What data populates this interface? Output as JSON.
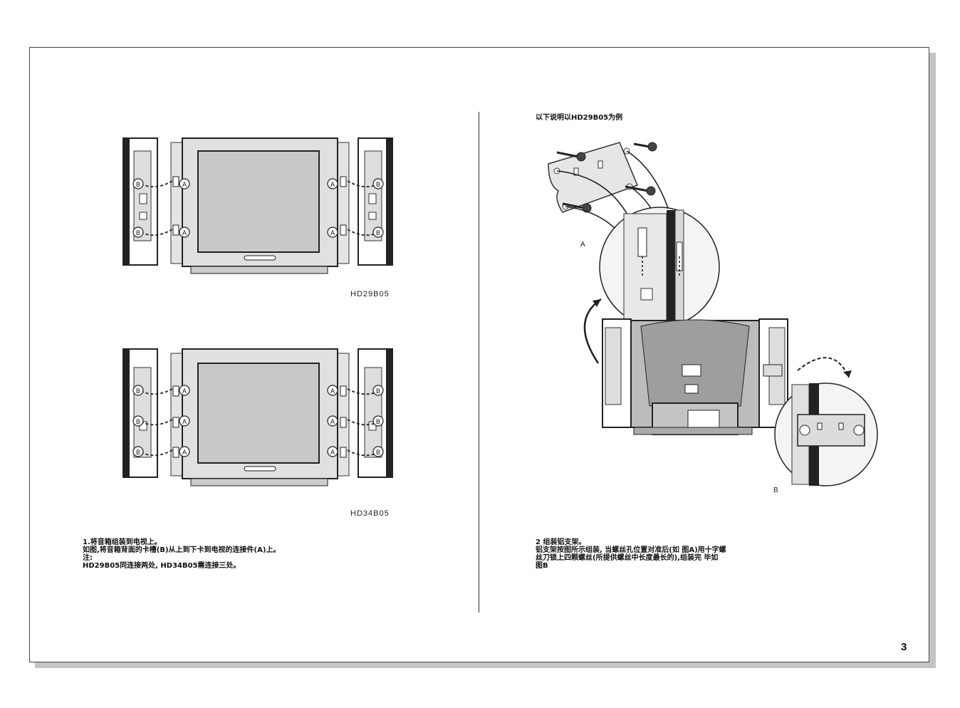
{
  "left": {
    "figure1": {
      "model": "HD29B05",
      "letter_a": "A",
      "letter_b": "B"
    },
    "figure2": {
      "model": "HD34B05",
      "letter_a": "A",
      "letter_b": "B"
    },
    "instructions": [
      "1.将音箱组装到电视上。",
      "如图,将音箱背面的卡槽(B)从上到下卡到电视的连接件(A)上。",
      "注:",
      "HD29B05同连接两处, HD34B05需连接三处。"
    ]
  },
  "right": {
    "caption": "以下说明以HD29B05为例",
    "callout_a": "A",
    "callout_b": "B",
    "instructions": [
      "2 组装铝支架。",
      "铝支架按图所示组装, 当螺丝孔位置对准后(如 图A)用十字螺",
      "丝刀锁上四颗螺丝(所提供螺丝中长度最长的),组装完 毕如",
      "图B"
    ]
  },
  "page_number": "3"
}
